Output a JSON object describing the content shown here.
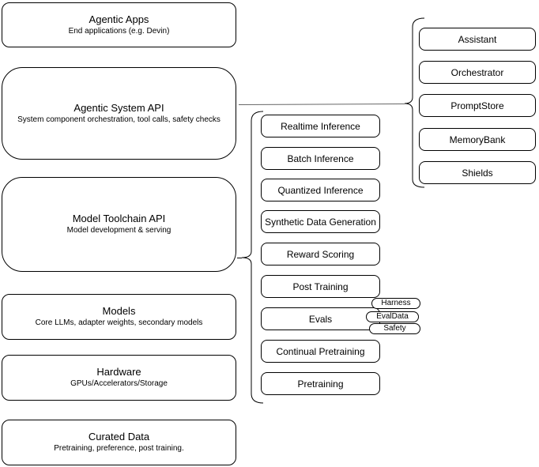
{
  "diagram": {
    "title": "Agentic system architecture diagram",
    "colors": {
      "background": "#ffffff",
      "box_fill": "#ffffff",
      "box_border": "#000000",
      "text": "#000000",
      "connector": "#666666",
      "brace": "#000000"
    },
    "left_column": {
      "agentic_apps": {
        "title": "Agentic Apps",
        "subtitle": "End applications (e.g. Devin)"
      },
      "agentic_system_api": {
        "title": "Agentic System API",
        "subtitle": "System component orchestration, tool calls, safety checks"
      },
      "model_toolchain_api": {
        "title": "Model Toolchain API",
        "subtitle": "Model development & serving"
      },
      "models": {
        "title": "Models",
        "subtitle": "Core LLMs, adapter weights, secondary models"
      },
      "hardware": {
        "title": "Hardware",
        "subtitle": "GPUs/Accelerators/Storage"
      },
      "curated_data": {
        "title": "Curated Data",
        "subtitle": "Pretraining, preference, post training."
      }
    },
    "toolchain_group": {
      "items": [
        "Realtime Inference",
        "Batch Inference",
        "Quantized Inference",
        "Synthetic Data Generation",
        "Reward Scoring",
        "Post Training",
        "Evals",
        "Continual Pretraining",
        "Pretraining"
      ]
    },
    "evals_tags": [
      "Harness",
      "EvalData",
      "Safety"
    ],
    "system_group": {
      "items": [
        "Assistant",
        "Orchestrator",
        "PromptStore",
        "MemoryBank",
        "Shields"
      ]
    }
  }
}
